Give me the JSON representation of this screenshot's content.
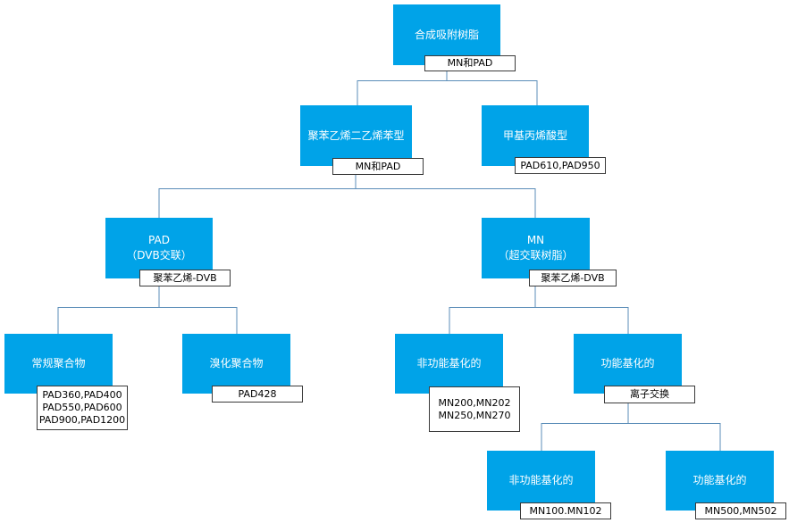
{
  "colors": {
    "node_fill": "#00A3E8",
    "node_text": "#FFFFFF",
    "connector": "#5B8DB8",
    "tag_border": "#3A3A3A"
  },
  "root": {
    "title": "合成吸附树脂",
    "tag": "MN和PAD"
  },
  "styrene": {
    "title": "聚苯乙烯二乙烯苯型",
    "tag": "MN和PAD"
  },
  "acrylic": {
    "title": "甲基丙烯酸型",
    "tag": "PAD610,PAD950"
  },
  "pad": {
    "line1": "PAD",
    "line2": "（DVB交联）",
    "tag": "聚苯乙烯-DVB"
  },
  "mn": {
    "line1": "MN",
    "line2": "（超交联树脂）",
    "tag": "聚苯乙烯-DVB"
  },
  "conventional": {
    "title": "常规聚合物",
    "tags": [
      "PAD360,PAD400",
      "PAD550,PAD600",
      "PAD900,PAD1200"
    ]
  },
  "brominated": {
    "title": "溴化聚合物",
    "tag": "PAD428"
  },
  "mn_nonfunc": {
    "title": "非功能基化的",
    "tags": [
      "MN200,MN202",
      "MN250,MN270"
    ]
  },
  "mn_func": {
    "title": "功能基化的",
    "tag": "离子交换"
  },
  "ion_nonfunc": {
    "title": "非功能基化的",
    "tag": "MN100.MN102"
  },
  "ion_func": {
    "title": "功能基化的",
    "tag": "MN500,MN502"
  }
}
